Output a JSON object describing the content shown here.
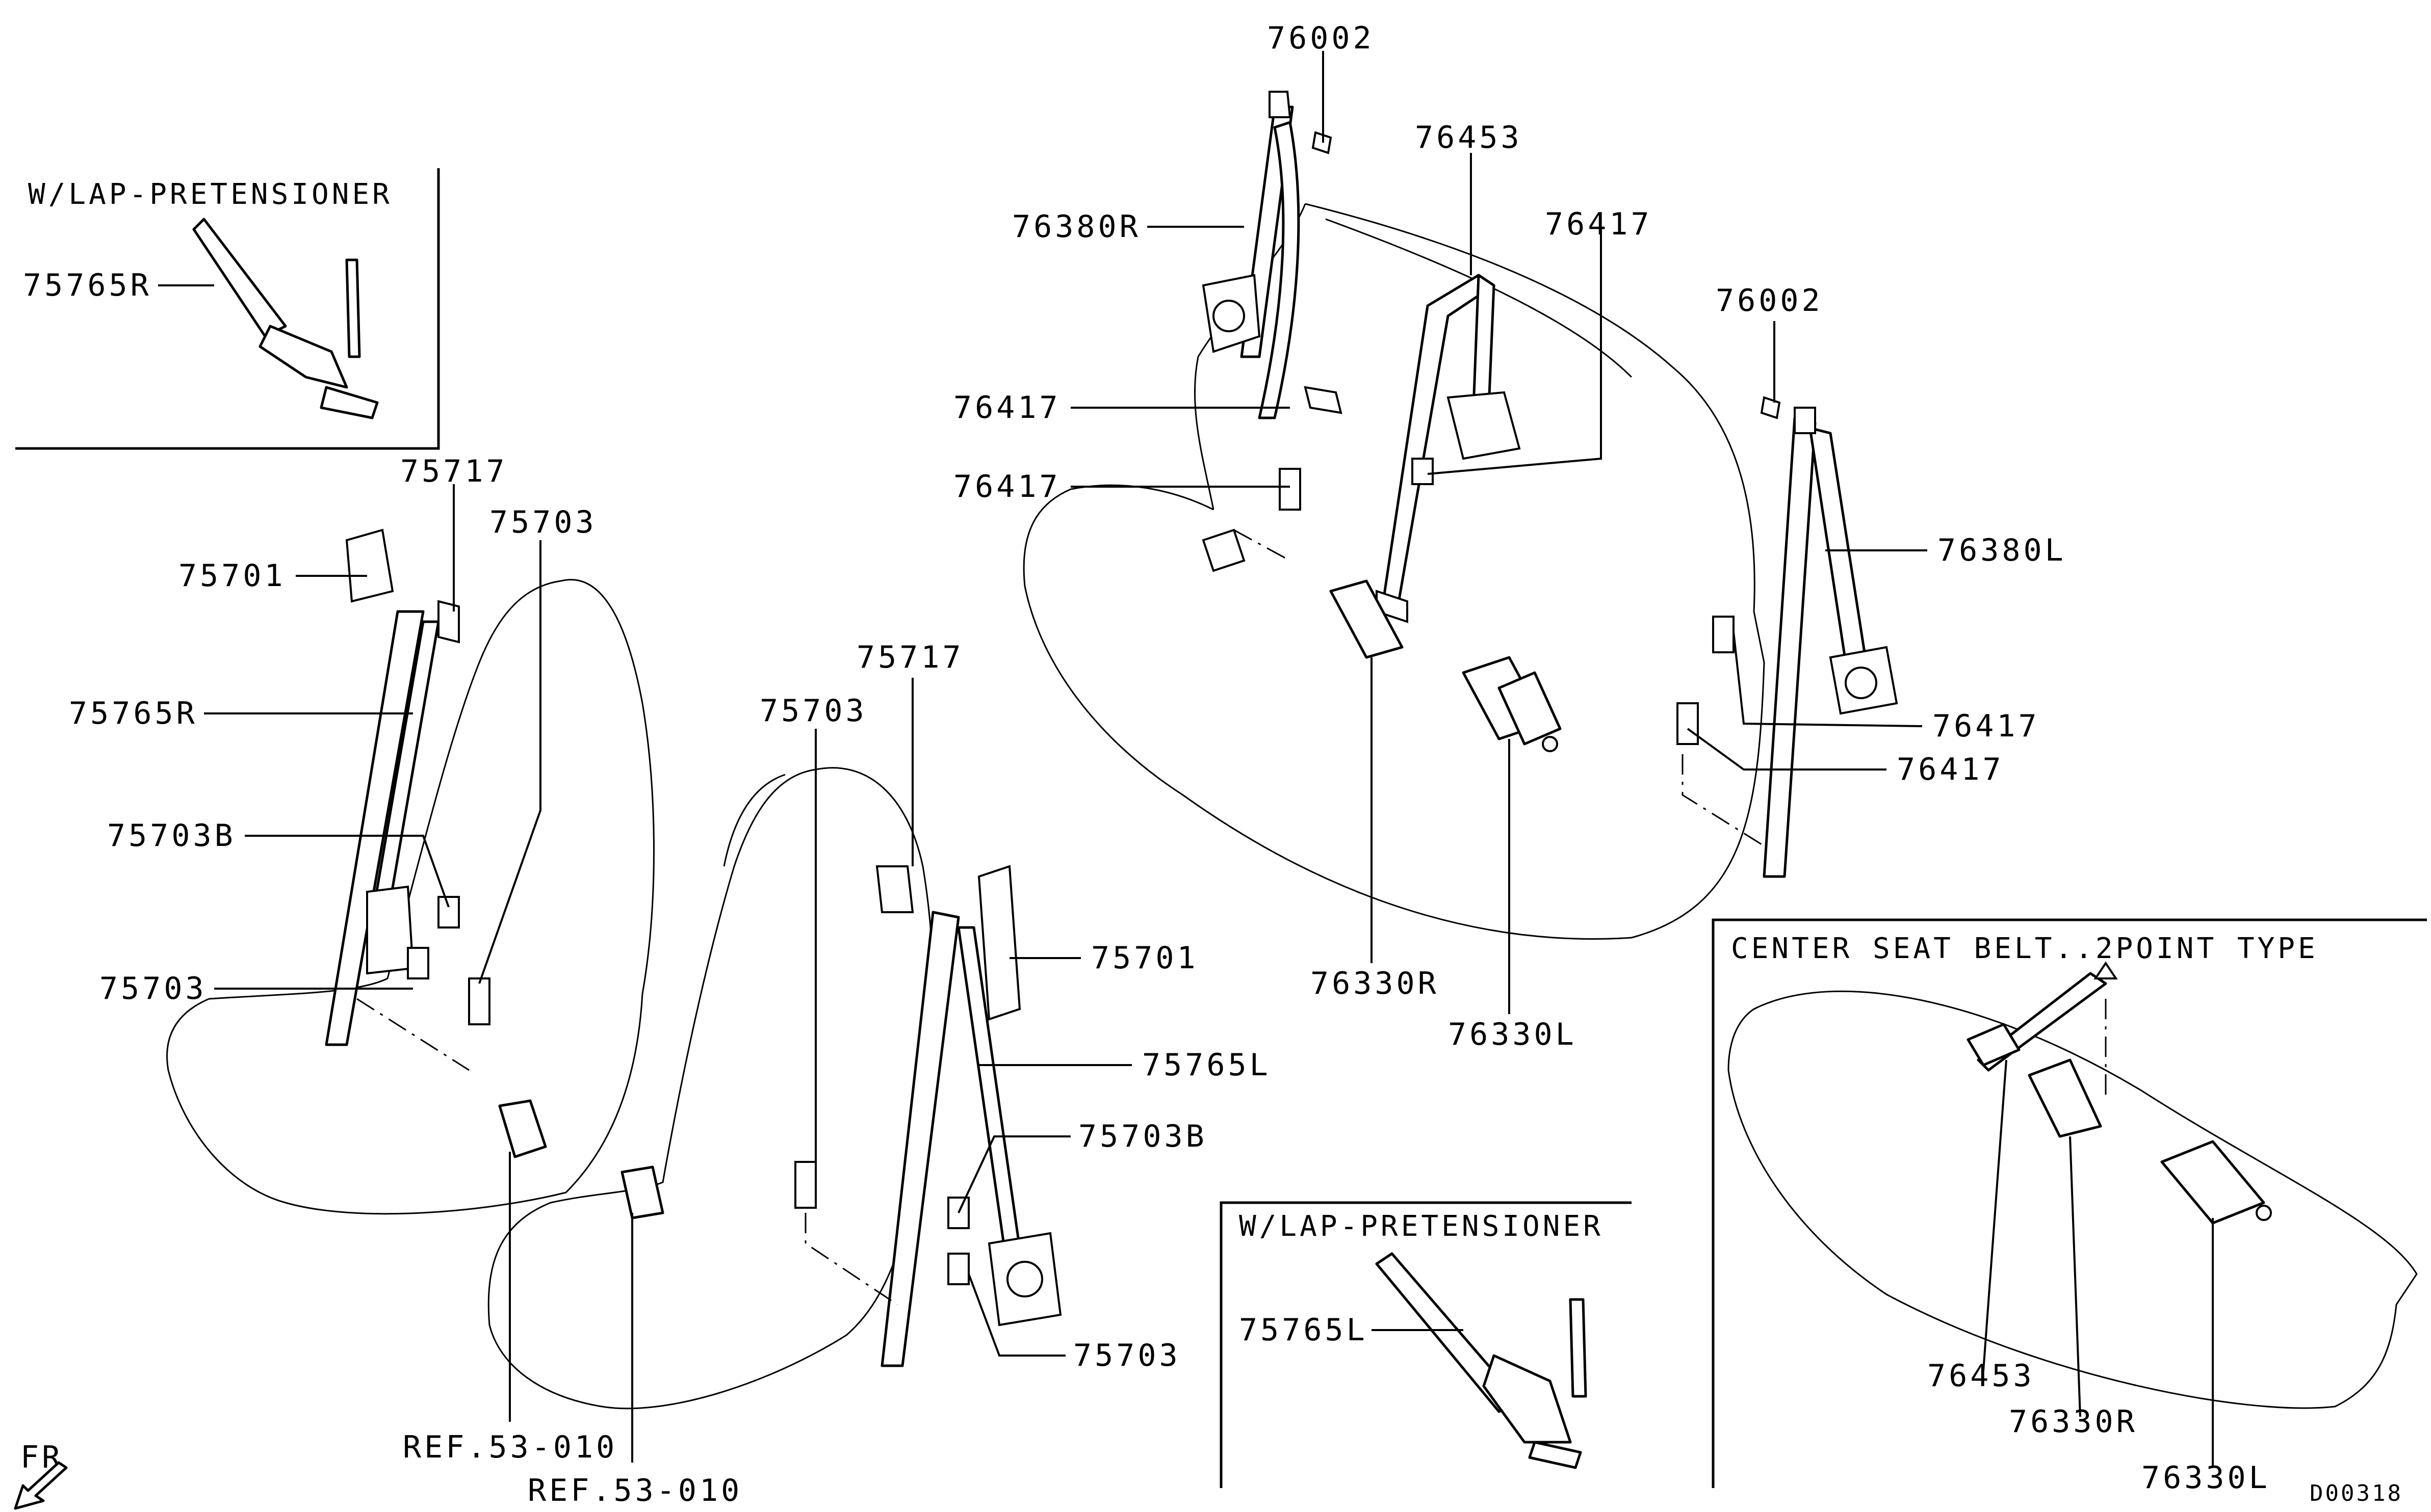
{
  "labels": {
    "l_76002_a": "76002",
    "l_76453_a": "76453",
    "l_76380R": "76380R",
    "l_76417_a": "76417",
    "l_76417_b": "76417",
    "l_76417_c": "76417",
    "l_76002_b": "76002",
    "l_76380L": "76380L",
    "l_76417_d": "76417",
    "l_76417_e": "76417",
    "l_76330R_a": "76330R",
    "l_76330L_a": "76330L",
    "l_75717_a": "75717",
    "l_75703_a": "75703",
    "l_75701_a": "75701",
    "l_75765R_a": "75765R",
    "l_75703B_a": "75703B",
    "l_75703_b": "75703",
    "l_75765R_box": "75765R",
    "l_75717_b": "75717",
    "l_75703_c": "75703",
    "l_75701_b": "75701",
    "l_75765L": "75765L",
    "l_75703B_b": "75703B",
    "l_75703_d": "75703",
    "l_75765L_box": "75765L",
    "l_ref_a": "REF.53-010",
    "l_ref_b": "REF.53-010",
    "l_76453_b": "76453",
    "l_76330R_b": "76330R",
    "l_76330L_b": "76330L",
    "fr": "FR"
  },
  "boxes": {
    "lap_pretensioner_r": "W/LAP-PRETENSIONER",
    "lap_pretensioner_l": "W/LAP-PRETENSIONER",
    "center_belt": "CENTER SEAT BELT..2POINT TYPE"
  },
  "ref_code": "D00318"
}
